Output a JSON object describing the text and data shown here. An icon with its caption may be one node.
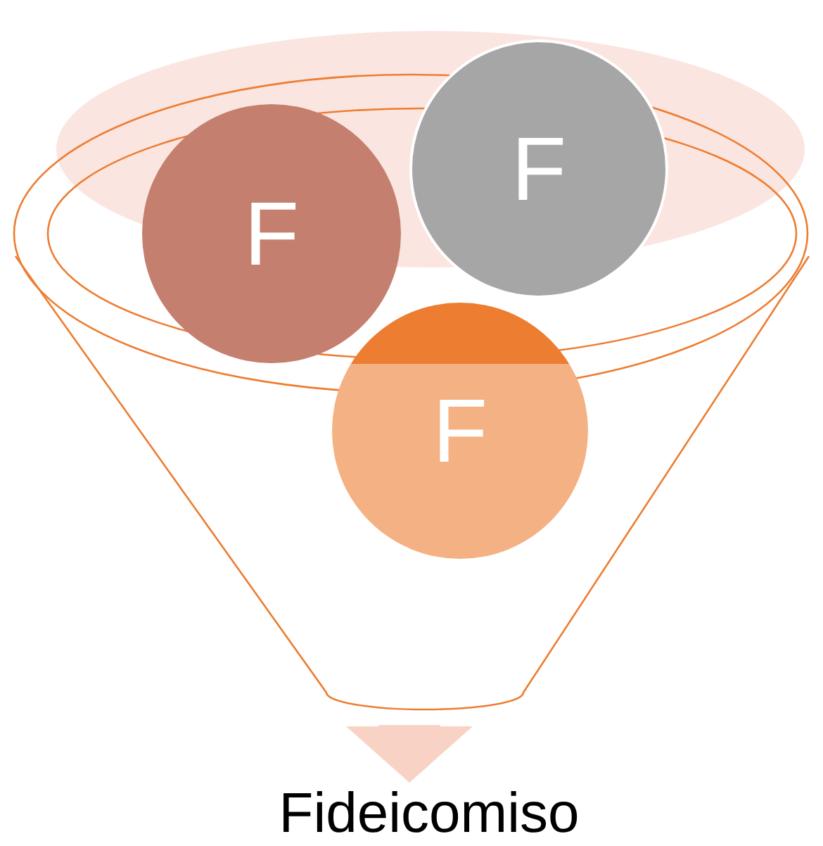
{
  "diagram": {
    "nodes": [
      {
        "text": [],
        "shape": "funnel"
      },
      {
        "text": [
          "F"
        ],
        "in": 0
      },
      {
        "text": [
          "F"
        ],
        "in": 0
      },
      {
        "text": [
          "F"
        ],
        "in": 0
      },
      {
        "text": [
          "Fideicomiso"
        ]
      }
    ],
    "edges": [
      {
        "from": 0,
        "to": 4,
        "arrow": "to"
      }
    ]
  }
}
